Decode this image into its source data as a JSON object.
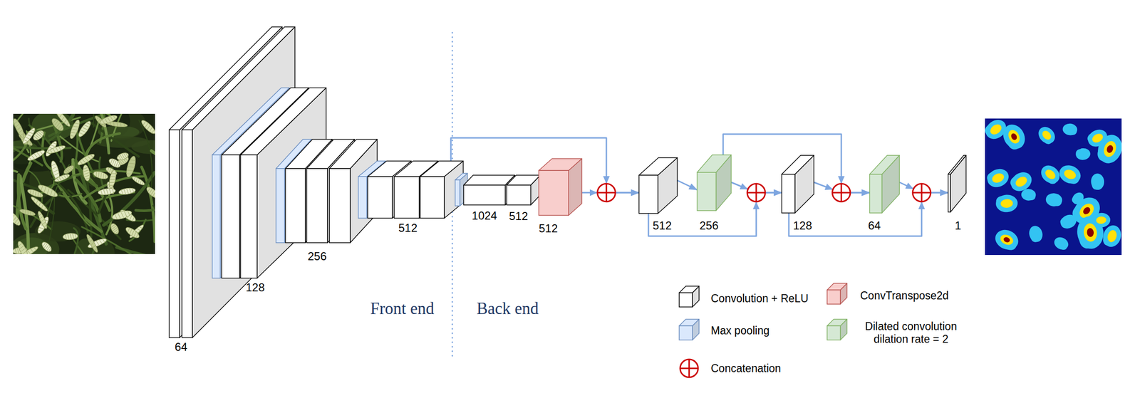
{
  "diagram": {
    "nodes": [
      {
        "text": [
          "64"
        ]
      },
      {
        "text": [
          "128"
        ]
      },
      {
        "text": [
          "256"
        ]
      },
      {
        "text": [
          "512"
        ]
      },
      {
        "text": [
          "1024"
        ]
      },
      {
        "text": [
          "512"
        ]
      },
      {
        "text": [
          "512"
        ]
      },
      {
        "text": [
          "512"
        ]
      },
      {
        "text": [
          "256"
        ]
      },
      {
        "text": [
          "128"
        ]
      },
      {
        "text": [
          "64"
        ]
      },
      {
        "text": [
          "1"
        ]
      }
    ],
    "edges": [
      {
        "from": 6,
        "to": 7,
        "arrow": "to"
      },
      {
        "from": 3,
        "to": 7,
        "arrow": "to"
      },
      {
        "from": 7,
        "to": 8,
        "arrow": "to"
      },
      {
        "from": 8,
        "to": 9,
        "arrow": "to"
      },
      {
        "from": 7,
        "to": 9,
        "arrow": "to"
      },
      {
        "from": 9,
        "to": 10,
        "arrow": "to"
      },
      {
        "from": 8,
        "to": 10,
        "arrow": "to"
      },
      {
        "from": 10,
        "to": 11,
        "arrow": "to"
      },
      {
        "from": 9,
        "to": 11,
        "arrow": "to"
      }
    ],
    "labels": [
      "Front end",
      "Back end"
    ],
    "legend": [
      {
        "text": "Convolution + ReLU",
        "color": "#ffffff"
      },
      {
        "text": "Max pooling",
        "color": "#dae8fc"
      },
      {
        "text": "Concatenation"
      },
      {
        "text": "ConvTranspose2d",
        "color": "#f8cecc"
      },
      {
        "text": "Dilated convolution dilation rate = 2",
        "color": "#d5e8d4"
      }
    ]
  }
}
